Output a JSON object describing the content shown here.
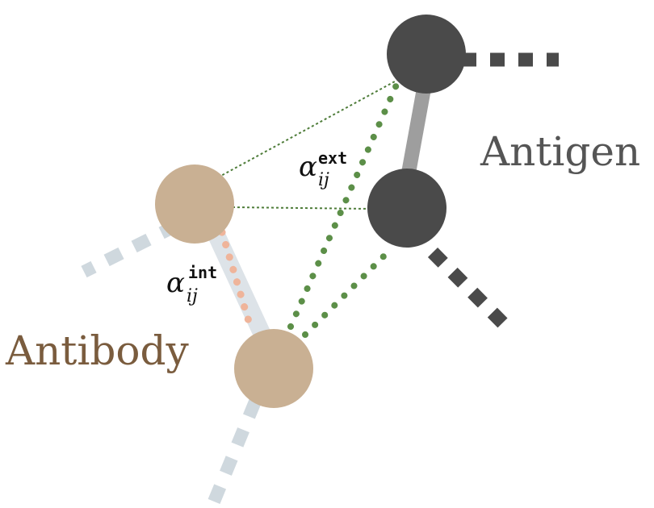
{
  "labels": {
    "antigen": "Antigen",
    "antibody": "Antibody"
  },
  "alpha_ext": {
    "symbol": "α",
    "subscript": "ij",
    "superscript": "ext"
  },
  "alpha_int": {
    "symbol": "α",
    "subscript": "ij",
    "superscript": "int"
  },
  "colors": {
    "antigen_node": "#4a4a4a",
    "antigen_text": "#555555",
    "antigen_bond": "#9e9e9e",
    "antibody_node": "#c9b093",
    "antibody_text": "#7a5c3e",
    "antibody_bond": "#dde3e8",
    "chain_dashes_antibody": "#cfd8de",
    "external_contacts": "#5c8f48",
    "internal_contacts": "#efb49a"
  }
}
